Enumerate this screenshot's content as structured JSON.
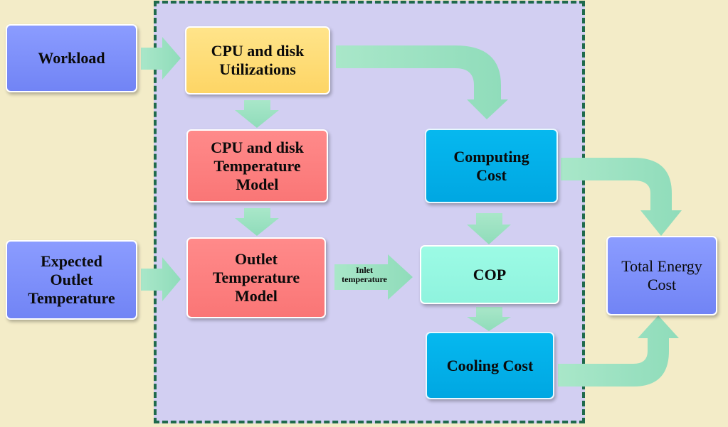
{
  "nodes": {
    "workload": "Workload",
    "expected_outlet": "Expected\nOutlet\nTemperature",
    "cpu_util": "CPU and disk\nUtilizations",
    "cpu_temp_model": "CPU and disk\nTemperature\nModel",
    "outlet_temp_model": "Outlet\nTemperature\nModel",
    "computing_cost": "Computing\nCost",
    "cop": "COP",
    "cooling_cost": "Cooling  Cost",
    "total_energy_cost": "Total Energy\nCost"
  },
  "edges": {
    "inlet_label": "Inlet\ntemperature"
  },
  "colors": {
    "background": "#f3ecc8",
    "region_fill": "#d2cff2",
    "region_border": "#1f6a4c",
    "arrow": "#9fe3c4",
    "input_box": "#7f91fa",
    "util_box": "#fdd96d",
    "model_box": "#fb7c7c",
    "cost_box": "#03afe8",
    "cop_box": "#96f7e1"
  }
}
